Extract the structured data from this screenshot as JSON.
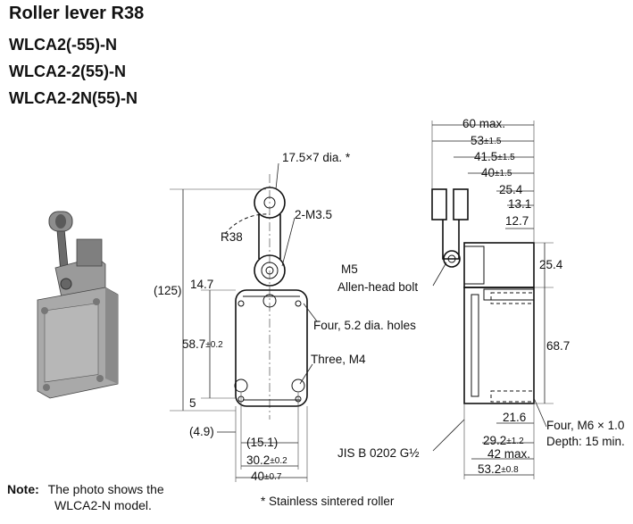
{
  "title": "Roller lever R38",
  "models": [
    "WLCA2(-55)-N",
    "WLCA2-2(55)-N",
    "WLCA2-2N(55)-N"
  ],
  "note": {
    "label": "Note:",
    "line1": "The photo shows the",
    "line2": "WLCA2-N model."
  },
  "footnote": "* Stainless sintered roller",
  "front": {
    "roller": "17.5×7 dia. *",
    "screws": "2-M3.5",
    "radius": "R38",
    "overall": "(125)",
    "offset_top": "14.7",
    "holes": "Four, 5.2 dia. holes",
    "height": "58.7",
    "height_tol": "±0.2",
    "threads": "Three, M4",
    "offset_bottom": "5",
    "left_offset": "(4.9)",
    "pitch": "(15.1)",
    "hole_span": "30.2",
    "hole_span_tol": "±0.2",
    "width": "40",
    "width_tol": "±0.7"
  },
  "side": {
    "max_width": "60 max.",
    "d53": "53",
    "d53_tol": "±1.5",
    "d41": "41.5",
    "d41_tol": "±1.5",
    "d40": "40",
    "d40_tol": "±1.5",
    "d25_4": "25.4",
    "d13_1": "13.1",
    "d12_7": "12.7",
    "bolt1": "M5",
    "bolt2": "Allen-head bolt",
    "d25_4v": "25.4",
    "d68_7": "68.7",
    "d21_6": "21.6",
    "mount1": "Four, M6 × 1.0",
    "mount2": "Depth: 15 min.",
    "d29_2": "29.2",
    "d29_2_tol": "±1.2",
    "d42": "42 max.",
    "d53_2": "53.2",
    "d53_2_tol": "±0.8",
    "conduit": "JIS B 0202 G½"
  }
}
